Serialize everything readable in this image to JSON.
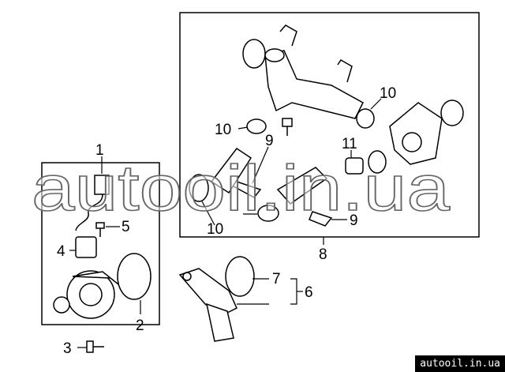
{
  "callouts": [
    "1",
    "2",
    "3",
    "4",
    "5",
    "6",
    "7",
    "8",
    "9",
    "9",
    "10",
    "10",
    "10",
    "11"
  ],
  "watermark": "autooil.in.ua",
  "badge": "autooil.in.ua"
}
